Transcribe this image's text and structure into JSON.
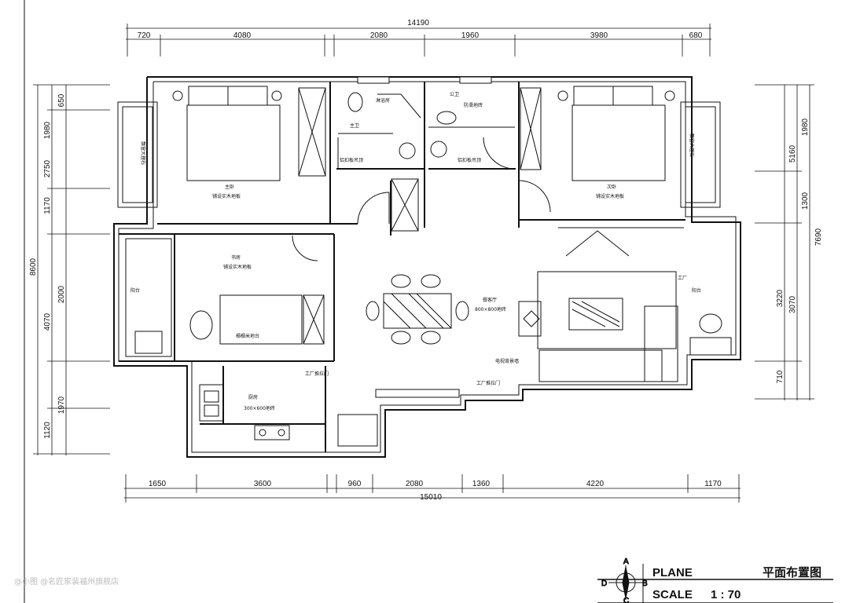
{
  "dimensions": {
    "top_total": "14190",
    "top": [
      "720",
      "4080",
      "2080",
      "1960",
      "3980",
      "680"
    ],
    "bottom": [
      "1650",
      "3600",
      "960",
      "2080",
      "1360",
      "4220",
      "1170"
    ],
    "bottom_total": "15010",
    "left_outer": "8600",
    "left_mid": [
      "2750",
      "4070"
    ],
    "left_inner": [
      "650",
      "1980",
      "1170",
      "2000",
      "1970",
      "1120"
    ],
    "right_mid": [
      "5160",
      "3070"
    ],
    "right_inner": [
      "1980",
      "1300",
      "3220",
      "710"
    ],
    "right_outer": "7690"
  },
  "title_block": {
    "plane": "PLANE",
    "plane_cn": "平面布置图",
    "scale_label": "SCALE",
    "scale_value": "1 : 70",
    "compass": {
      "north": "A",
      "south": "C",
      "west": "D",
      "east": "B"
    }
  },
  "watermark": "@小图 @名匠家装福州旗舰店"
}
